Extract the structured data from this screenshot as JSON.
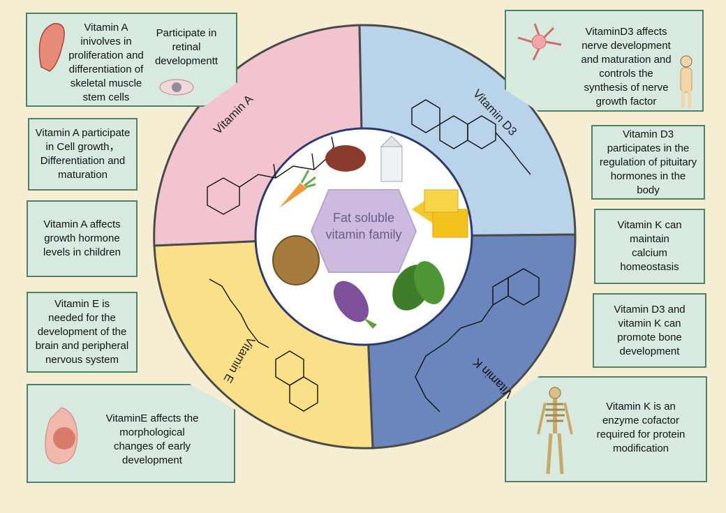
{
  "center": {
    "label": "Fat soluble\nvitamin family"
  },
  "quadrants": {
    "a": {
      "label": "Vitamin A",
      "color": "#f2c4cf"
    },
    "d3": {
      "label": "Vitamin D3",
      "color": "#b9d3ea"
    },
    "k": {
      "label": "Vitamin K",
      "color": "#6b86bd"
    },
    "e": {
      "label": "Vitamin E",
      "color": "#fbe08a"
    }
  },
  "boxes": {
    "a_muscle": "Vitamin A\ninivolves in\nproliferation and\ndifferentiation of\nskeletal muscle\nstem cells",
    "a_retina": "Participate in\nretinal\ndevelopmentt",
    "a_cell": "Vitamin A participate\nin Cell growth，\nDifferentiation and\nmaturation",
    "a_hormone": "Vitamin A affects\ngrowth hormone\nlevels in children",
    "e_brain": "Vitamin E  is\nneeded for the\ndevelopment of the\nbrain and peripheral\nnervous system",
    "e_early": "VitaminE affects the\nmorphological\nchanges of early\ndevelopment",
    "d3_nerve": "VitaminD3  affects\nnerve development\nand maturation and\ncontrols the\nsynthesis of nerve\ngrowth factor",
    "d3_pituitary": "Vitamin D3\nparticipates in the\nregulation of pituitary\nhormones in the\nbody",
    "k_calcium": "Vitamin K can\nmaintain\ncalcium\nhomeostasis",
    "dk_bone": "Vitamin D3 and\nvitamin K can\npromote bone\ndevelopment",
    "k_cofactor": "Vitamin K is an\nenzyme cofactor\nrequired for protein\nmodification"
  },
  "icons": [
    "muscle-icon",
    "eye-icon",
    "neuron-icon",
    "child-icon",
    "skeleton-icon",
    "fetus-icon",
    "carrot-icon",
    "liver-icon",
    "milk-icon",
    "cheese-icon",
    "walnut-icon",
    "eggplant-icon",
    "spinach-icon"
  ]
}
